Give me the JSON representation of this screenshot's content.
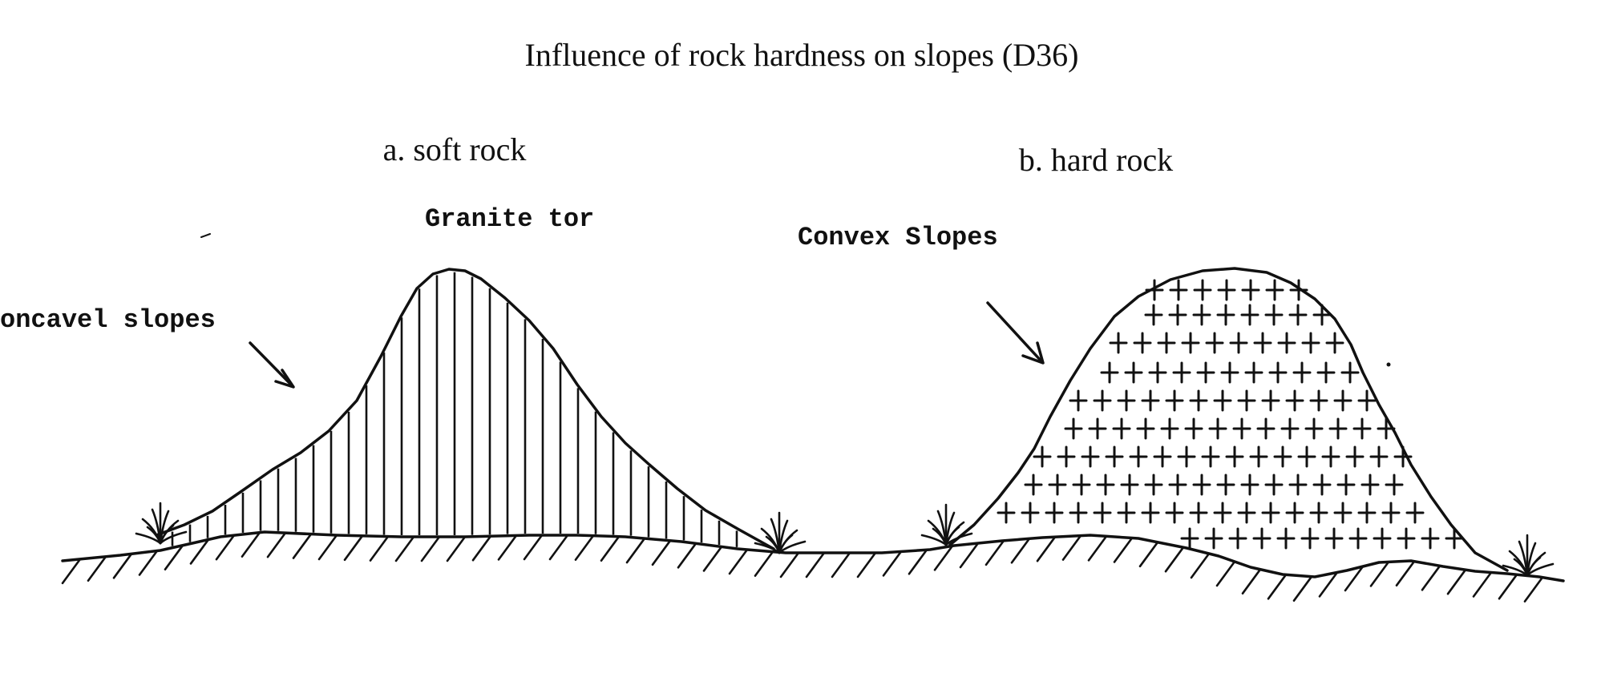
{
  "title": "Influence of rock hardness on slopes  (D36)",
  "panels": {
    "left": {
      "caption": "a. soft rock",
      "label_top": "Granite tor",
      "label_side": "oncavel slopes"
    },
    "right": {
      "caption": "b. hard rock",
      "label_top": "Convex Slopes"
    }
  },
  "colors": {
    "ink": "#111111",
    "background": "#ffffff"
  }
}
